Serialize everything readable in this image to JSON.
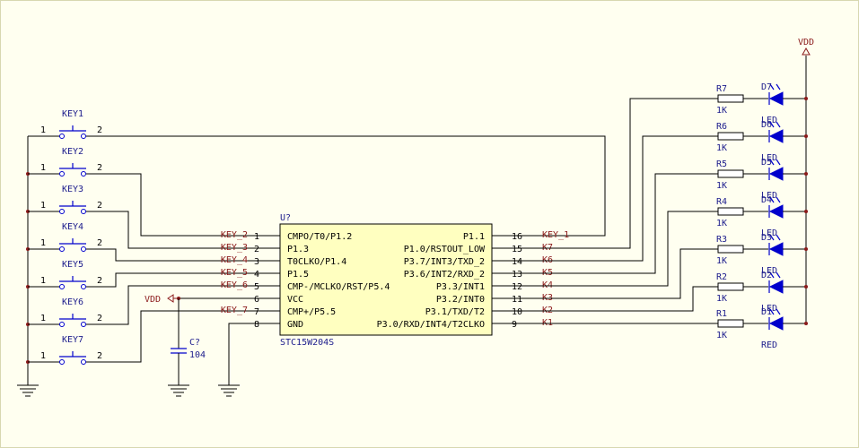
{
  "chip": {
    "ref": "U?",
    "part": "STC15W204S",
    "left_pins": [
      {
        "num": "1",
        "name": "CMPO/T0/P1.2",
        "net": "KEY_2"
      },
      {
        "num": "2",
        "name": "P1.3",
        "net": "KEY_3"
      },
      {
        "num": "3",
        "name": "T0CLKO/P1.4",
        "net": "KEY_4"
      },
      {
        "num": "4",
        "name": "P1.5",
        "net": "KEY_5"
      },
      {
        "num": "5",
        "name": "CMP-/MCLKO/RST/P5.4",
        "net": "KEY_6"
      },
      {
        "num": "6",
        "name": "VCC",
        "net": ""
      },
      {
        "num": "7",
        "name": "CMP+/P5.5",
        "net": "KEY_7"
      },
      {
        "num": "8",
        "name": "GND",
        "net": ""
      }
    ],
    "right_pins": [
      {
        "num": "16",
        "name": "P1.1",
        "net": "KEY_1"
      },
      {
        "num": "15",
        "name": "P1.0/RSTOUT_LOW",
        "net": "K7"
      },
      {
        "num": "14",
        "name": "P3.7/INT3/TXD_2",
        "net": "K6"
      },
      {
        "num": "13",
        "name": "P3.6/INT2/RXD_2",
        "net": "K5"
      },
      {
        "num": "12",
        "name": "P3.3/INT1",
        "net": "K4"
      },
      {
        "num": "11",
        "name": "P3.2/INT0",
        "net": "K3"
      },
      {
        "num": "10",
        "name": "P3.1/TXD/T2",
        "net": "K2"
      },
      {
        "num": "9",
        "name": "P3.0/RXD/INT4/T2CLKO",
        "net": "K1"
      }
    ]
  },
  "keys": [
    {
      "ref": "KEY1",
      "pin1": "1",
      "pin2": "2"
    },
    {
      "ref": "KEY2",
      "pin1": "1",
      "pin2": "2"
    },
    {
      "ref": "KEY3",
      "pin1": "1",
      "pin2": "2"
    },
    {
      "ref": "KEY4",
      "pin1": "1",
      "pin2": "2"
    },
    {
      "ref": "KEY5",
      "pin1": "1",
      "pin2": "2"
    },
    {
      "ref": "KEY6",
      "pin1": "1",
      "pin2": "2"
    },
    {
      "ref": "KEY7",
      "pin1": "1",
      "pin2": "2"
    }
  ],
  "resistors": [
    {
      "ref": "R7",
      "value": "1K"
    },
    {
      "ref": "R6",
      "value": "1K"
    },
    {
      "ref": "R5",
      "value": "1K"
    },
    {
      "ref": "R4",
      "value": "1K"
    },
    {
      "ref": "R3",
      "value": "1K"
    },
    {
      "ref": "R2",
      "value": "1K"
    },
    {
      "ref": "R1",
      "value": "1K"
    }
  ],
  "leds": [
    {
      "ref": "D7",
      "value": "LED"
    },
    {
      "ref": "D6",
      "value": "LED"
    },
    {
      "ref": "D5",
      "value": "LED"
    },
    {
      "ref": "D4",
      "value": "LED"
    },
    {
      "ref": "D3",
      "value": "LED"
    },
    {
      "ref": "D2",
      "value": "LED"
    },
    {
      "ref": "D1",
      "value": "RED"
    }
  ],
  "capacitor": {
    "ref": "C?",
    "value": "104"
  },
  "power": {
    "vdd_left": "VDD",
    "vdd_top": "VDD"
  },
  "colors": {
    "background": "#fffff0",
    "chip_fill": "#ffffc0",
    "wire": "#000000",
    "component": "#0000cc",
    "net_label": "#8b1a1a",
    "text": "#1c1c8c"
  }
}
